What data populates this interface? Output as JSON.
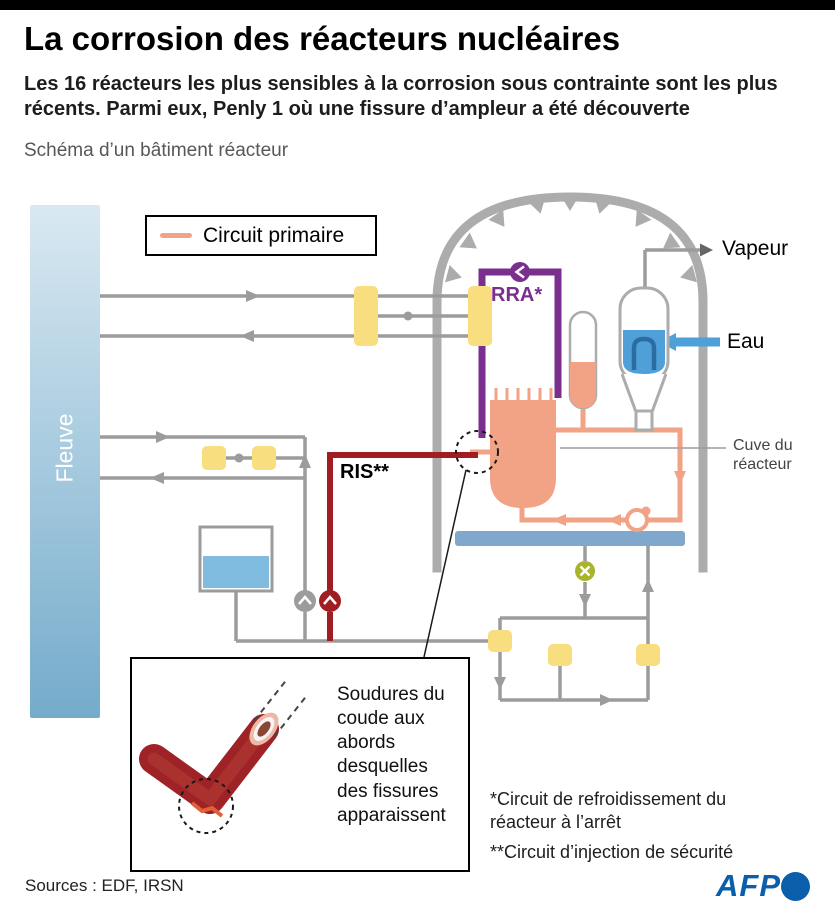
{
  "header": {
    "title": "La corrosion des réacteurs nucléaires",
    "subtitle": "Les 16 réacteurs les plus sensibles à la corrosion sous contrainte sont les plus récents. Parmi eux, Penly 1 où une fissure d’ampleur a été découverte",
    "diagram_caption": "Schéma d’un bâtiment réacteur"
  },
  "legend": {
    "primary_circuit_label": "Circuit primaire"
  },
  "diagram": {
    "river_label": "Fleuve",
    "rra_label": "RRA*",
    "ris_label": "RIS**",
    "steam_label": "Vapeur",
    "water_label": "Eau",
    "vessel_label": "Cuve du réacteur",
    "inset_caption": "Soudures du coude aux abords desquelles des fissures apparaissent"
  },
  "footnotes": {
    "rra_note": "*Circuit de refroidissement du réacteur à l’arrêt",
    "ris_note": "**Circuit d’injection de sécurité"
  },
  "footer": {
    "sources": "Sources : EDF, IRSN",
    "agency": "AFP"
  },
  "colors": {
    "primary": "#F2A285",
    "rra": "#7A2E8E",
    "ris": "#A01E22",
    "pipe": "#9C9C9C",
    "shell": "#ACACAC",
    "valve": "#F8DE7E",
    "water": "#4FA0D8",
    "pool": "#7FA8CC",
    "tank_water": "#7FBCE0",
    "green_valve": "#A8B52A",
    "river_top": "#D9E9F2",
    "river_bottom": "#74ABCB",
    "afp_blue": "#0B5EA9",
    "inset_pipe": "#9E2226",
    "crack": "#E0603A"
  }
}
